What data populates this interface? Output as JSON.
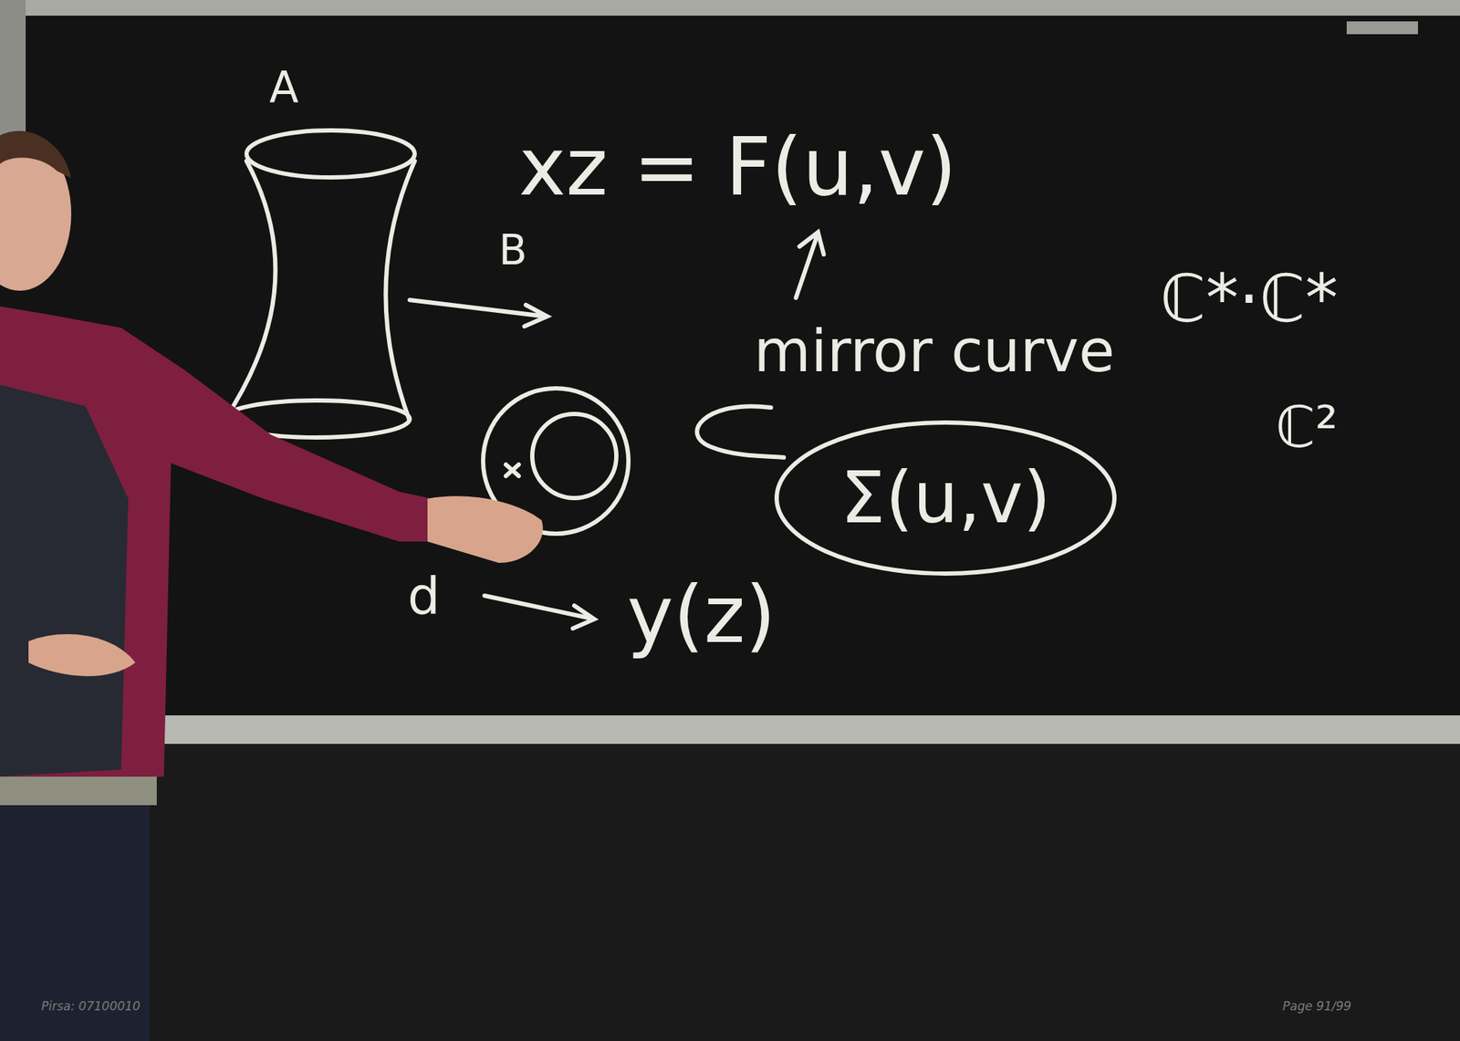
{
  "diagram": {
    "nodes": [
      {
        "text": [
          "Σ(u,v)"
        ]
      }
    ],
    "labels": [
      "A",
      "xz = F(u,v)",
      "B",
      "mirror curve",
      "ℂ*·ℂ*",
      "ℂ²",
      "d",
      "y(z)",
      "Pirsa: 07100010",
      "Page 91/99"
    ]
  }
}
